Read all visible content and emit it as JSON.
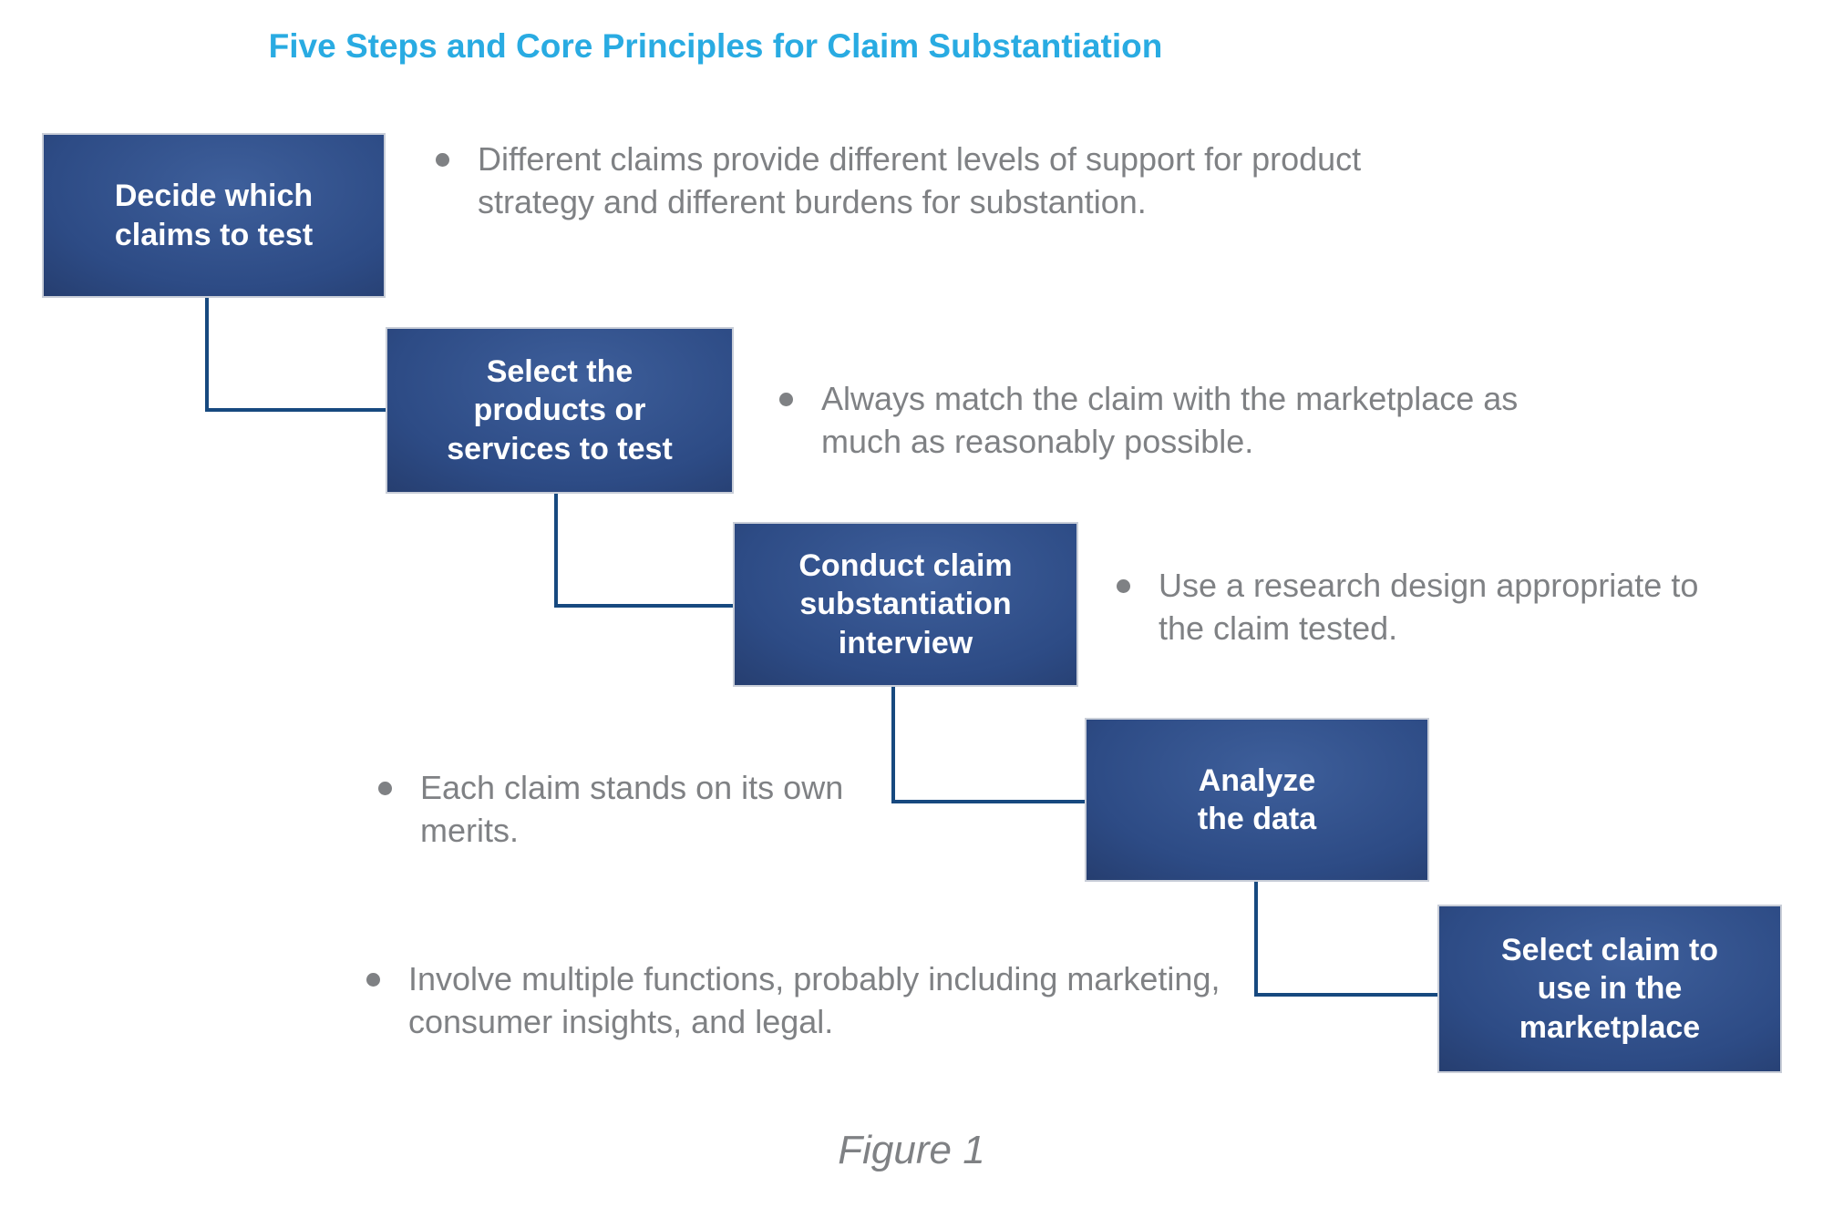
{
  "title": "Five Steps and Core Principles for Claim Substantiation",
  "figure_caption": "Figure 1",
  "colors": {
    "title_cyan": "#29abe2",
    "box_gradient_light": "#3e5f9b",
    "box_gradient_mid": "#2d4b85",
    "box_gradient_dark": "#1b2a4f",
    "box_border": "#c9ced8",
    "connector_blue": "#17497f",
    "body_gray": "#7f8184",
    "box_text": "#ffffff"
  },
  "steps": [
    {
      "label": "Decide which claims to test",
      "principle": "Different claims provide different levels of support for product strategy and different burdens for substantion."
    },
    {
      "label": "Select the products or services to test",
      "principle": "Always match the claim with the marketplace as much as reasonably possible."
    },
    {
      "label": "Conduct claim substantiation interview",
      "principle": "Use a research design appropriate to the claim tested."
    },
    {
      "label": "Analyze the data",
      "principle": "Each claim stands on its own merits."
    },
    {
      "label": "Select claim to use in the marketplace",
      "principle": "Involve multiple functions, probably including marketing, consumer insights, and legal."
    }
  ]
}
